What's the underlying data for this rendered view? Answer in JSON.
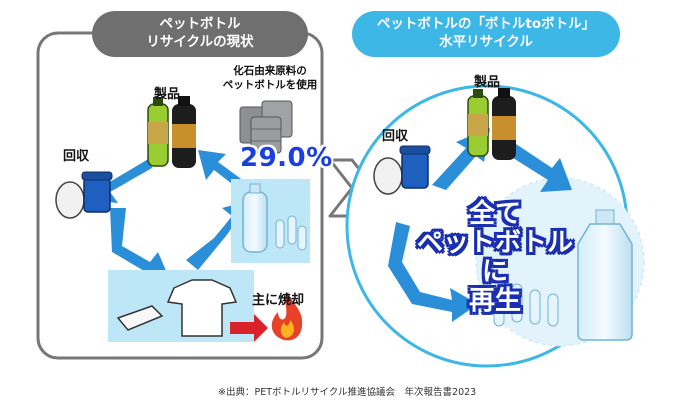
{
  "left_panel": {
    "title_line1": "ペットボトル",
    "title_line2": "リサイクルの現状",
    "label_products": "製品",
    "label_collection": "回収",
    "fossil_note_line1": "化石由来原料の",
    "fossil_note_line2": "ペットボトルを使用",
    "percentage": "29.0%",
    "label_incineration": "主に焼却"
  },
  "right_panel": {
    "title_line1": "ペットボトルの「ボトルtoボトル」",
    "title_line2": "水平リサイクル",
    "label_products": "製品",
    "label_collection": "回収",
    "headline_line1": "全て",
    "headline_line2": "ペットボトルに",
    "headline_line3": "再生"
  },
  "source_note": "※出典：PETボトルリサイクル推進協議会　年次報告書2023",
  "colors": {
    "arrow_blue": "#2a8fd8",
    "highlight_box": "#bde6f6",
    "left_pill": "#6f6f6f",
    "right_pill": "#3cb7e6",
    "percentage_text": "#1a3fe0"
  }
}
